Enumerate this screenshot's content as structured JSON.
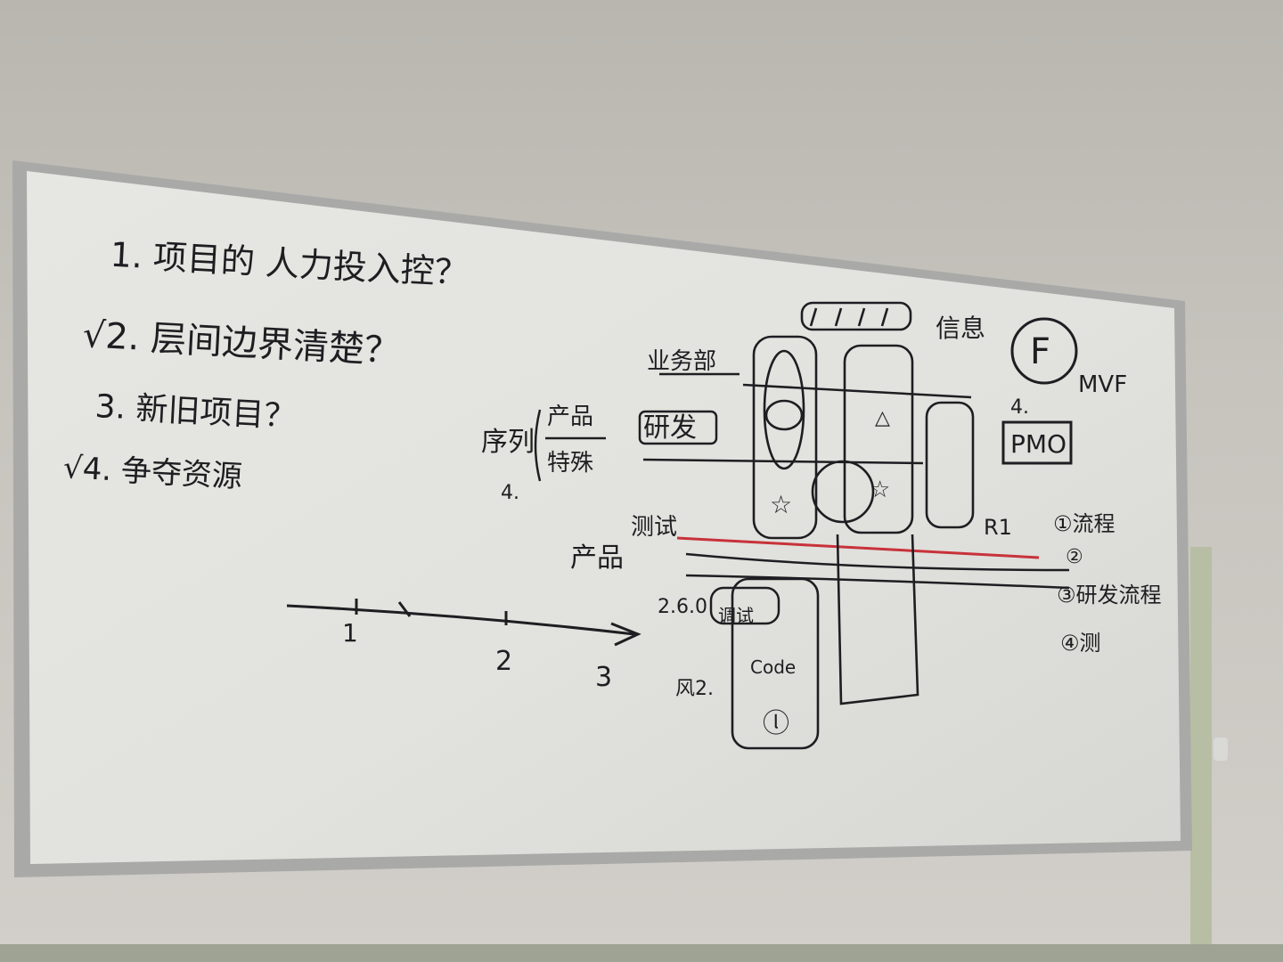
{
  "scene": {
    "wall_color": "#c6c3bd",
    "board_color": "#e4e4e0",
    "frame_color": "#a9aaa8",
    "stand_color": "#b8bfa6",
    "ink_color": "#1e1e22",
    "red_ink_color": "#c8323a"
  },
  "left_list": {
    "item1": "1. 项目的 人力投入控？",
    "item2": "√2. 层间边界清楚？",
    "item3": "3. 新旧项目？",
    "item4": "√4. 争夺资源"
  },
  "timeline": {
    "t1": "1",
    "t2": "2",
    "t3": "3"
  },
  "middle": {
    "bracket_left": "序列",
    "bracket_top": "产品",
    "bracket_bottom": "特殊",
    "four": "4.",
    "chanpin": "产品",
    "test": "测试",
    "yanfa": "研发",
    "ywb": "业务部",
    "v260": "2.6.0",
    "debug": "调试",
    "code": "Code",
    "q2": "风2."
  },
  "right": {
    "xinxi": "信息",
    "f": "F",
    "mvf": "MVF",
    "four": "4.",
    "pmo": "PMO",
    "r1": "R1",
    "liucheng": "①流程",
    "r1b": "②",
    "yanfa_liucheng": "③研发流程",
    "ce": "④测"
  }
}
